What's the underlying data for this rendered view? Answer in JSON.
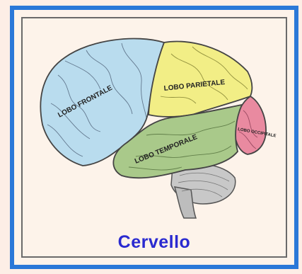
{
  "caption": "Cervello",
  "lobes": {
    "frontal": "LOBO FRONTALE",
    "parietal": "LOBO PARIETALE",
    "temporal": "LOBO TEMPORALE",
    "occipital": "LOBO OCCIPITALE"
  },
  "colors": {
    "frame": "#2a78d8",
    "background": "#fdeee6",
    "frontal": "#b9dcee",
    "parietal": "#f2ee86",
    "temporal": "#a9c98a",
    "occipital": "#e98aa0",
    "cerebellum": "#c8c8c8",
    "caption": "#2a2ad0"
  }
}
